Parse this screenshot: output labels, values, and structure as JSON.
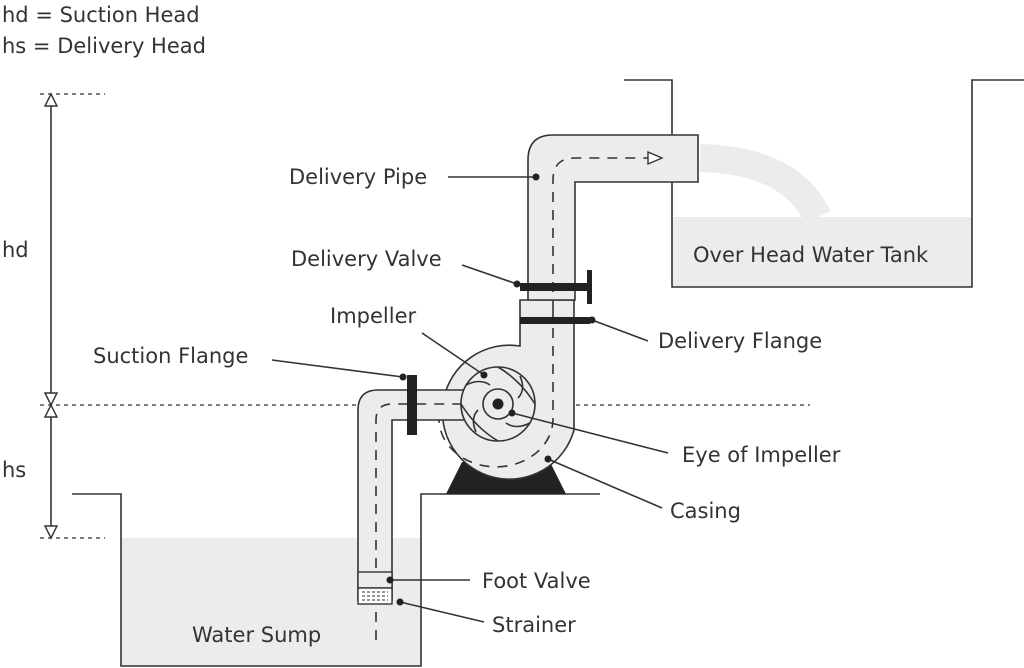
{
  "legend": {
    "line1": "hd = Suction Head",
    "line2": "hs = Delivery Head"
  },
  "dimensions": {
    "hd": "hd",
    "hs": "hs"
  },
  "labels": {
    "delivery_pipe": "Delivery Pipe",
    "delivery_valve": "Delivery Valve",
    "impeller": "Impeller",
    "suction_flange": "Suction Flange",
    "delivery_flange": "Delivery Flange",
    "eye_of_impeller": "Eye of Impeller",
    "casing": "Casing",
    "foot_valve": "Foot Valve",
    "strainer": "Strainer",
    "water_sump": "Water Sump",
    "over_head_water_tank": "Over Head Water Tank"
  },
  "colors": {
    "line": "#333333",
    "fill": "#ececec",
    "dark": "#222222"
  }
}
